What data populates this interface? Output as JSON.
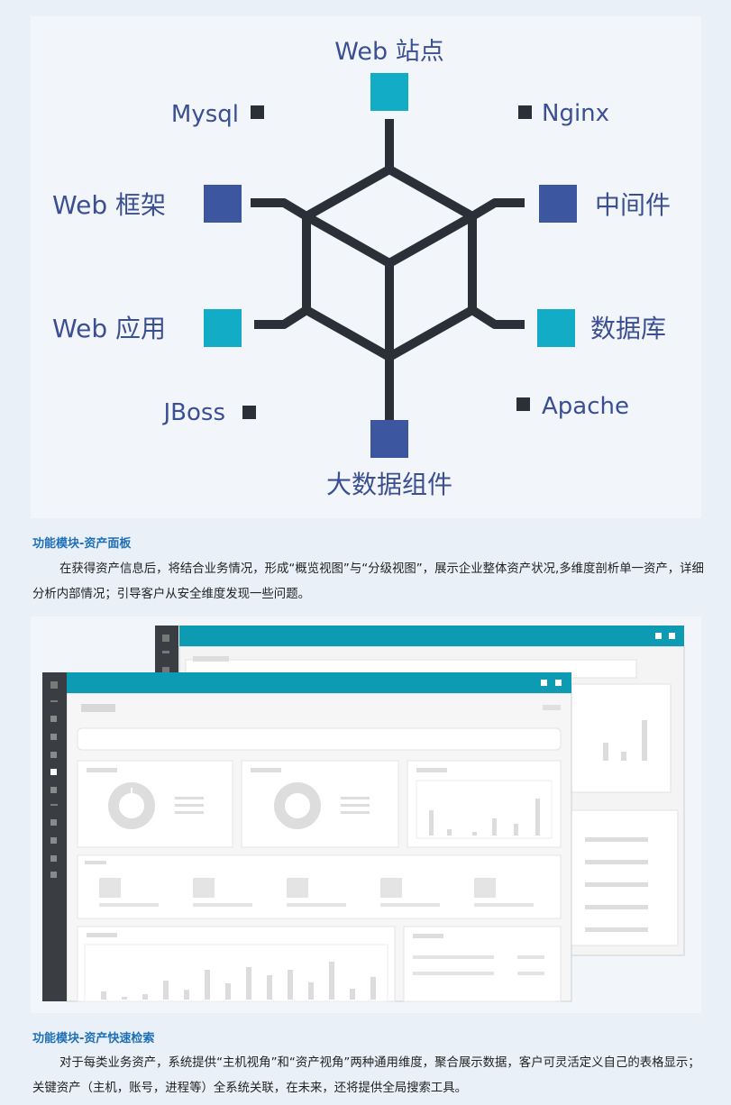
{
  "diagram": {
    "nodes": [
      {
        "id": "web-site",
        "label": "Web 站点",
        "kind": "primary",
        "color": "#12acc6"
      },
      {
        "id": "middleware",
        "label": "中间件",
        "kind": "primary",
        "color": "#3d56a0"
      },
      {
        "id": "database",
        "label": "数据库",
        "kind": "primary",
        "color": "#12acc6"
      },
      {
        "id": "bigdata",
        "label": "大数据组件",
        "kind": "primary",
        "color": "#3d56a0"
      },
      {
        "id": "web-app",
        "label": "Web 应用",
        "kind": "primary",
        "color": "#12acc6"
      },
      {
        "id": "web-framework",
        "label": "Web 框架",
        "kind": "primary",
        "color": "#3d56a0"
      },
      {
        "id": "mysql",
        "label": "Mysql",
        "kind": "secondary",
        "color": "#2a2f38"
      },
      {
        "id": "nginx",
        "label": "Nginx",
        "kind": "secondary",
        "color": "#2a2f38"
      },
      {
        "id": "apache",
        "label": "Apache",
        "kind": "secondary",
        "color": "#2a2f38"
      },
      {
        "id": "jboss",
        "label": "JBoss",
        "kind": "secondary",
        "color": "#2a2f38"
      }
    ],
    "label_color": "#3b4f93",
    "cube_color": "#2a2f38"
  },
  "section1": {
    "heading": "功能模块-资产面板",
    "body": "在获得资产信息后，将结合业务情况，形成“概览视图”与“分级视图”，展示企业整体资产状况,多维度剖析单一资产，详细分析内部情况；引导客户从安全维度发现一些问题。"
  },
  "mockup": {
    "titlebar_color": "#0d9bb3",
    "sidebar_color": "#3a3d42",
    "bars": [
      0.15,
      0.05,
      0.1,
      0.35,
      0.18,
      0.55,
      0.3,
      0.6,
      0.45,
      0.55,
      0.32,
      0.7,
      0.2,
      0.42
    ]
  },
  "section2": {
    "heading": "功能模块-资产快速检索",
    "body": "对于每类业务资产，系统提供“主机视角”和“资产视角”两种通用维度，聚合展示数据，客户可灵活定义自己的表格显示；关键资产（主机，账号，进程等）全系统关联，在未来，还将提供全局搜索工具。"
  }
}
